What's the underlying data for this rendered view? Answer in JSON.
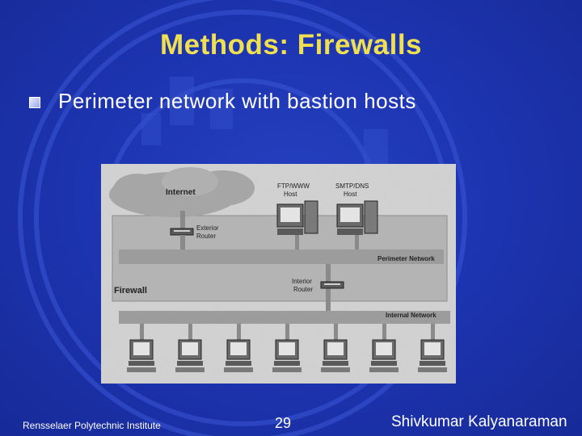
{
  "slide": {
    "title": "Methods: Firewalls",
    "bullet": "Perimeter network with bastion hosts"
  },
  "diagram": {
    "cloud_label": "Internet",
    "hosts": [
      {
        "label_line1": "FTP/WWW",
        "label_line2": "Host"
      },
      {
        "label_line1": "SMTP/DNS",
        "label_line2": "Host"
      }
    ],
    "exterior_router": {
      "line1": "Exterior",
      "line2": "Router"
    },
    "interior_router": {
      "line1": "Interior",
      "line2": "Router"
    },
    "perimeter_label": "Perimeter Network",
    "firewall_label": "Firewall",
    "internal_label": "Internal Network",
    "internal_host_count": 7
  },
  "footer": {
    "institution": "Rensselaer Polytechnic Institute",
    "page": "29",
    "author": "Shivkumar Kalyanaraman"
  },
  "colors": {
    "background": "#1d34b0",
    "title": "#f0e050",
    "text": "#ffffff"
  }
}
